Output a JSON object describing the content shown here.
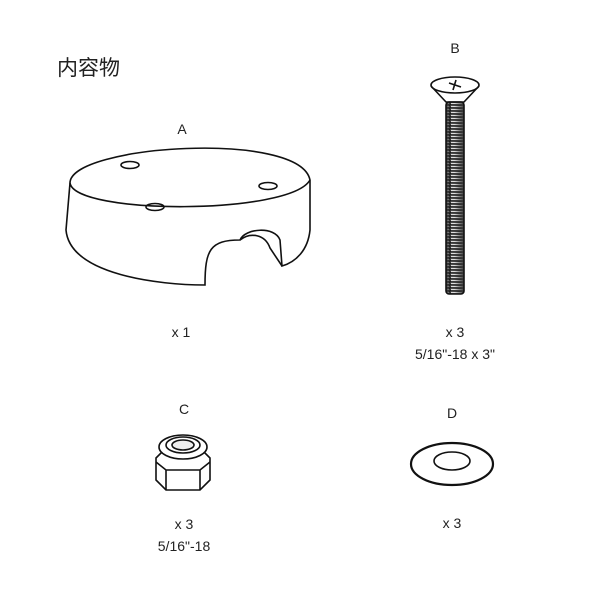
{
  "title": "内容物",
  "parts": [
    {
      "letter": "A",
      "qty": "x 1",
      "spec": ""
    },
    {
      "letter": "B",
      "qty": "x 3",
      "spec": "5/16\"-18 x 3\""
    },
    {
      "letter": "C",
      "qty": "x 3",
      "spec": "5/16\"-18"
    },
    {
      "letter": "D",
      "qty": "x 3",
      "spec": ""
    }
  ]
}
